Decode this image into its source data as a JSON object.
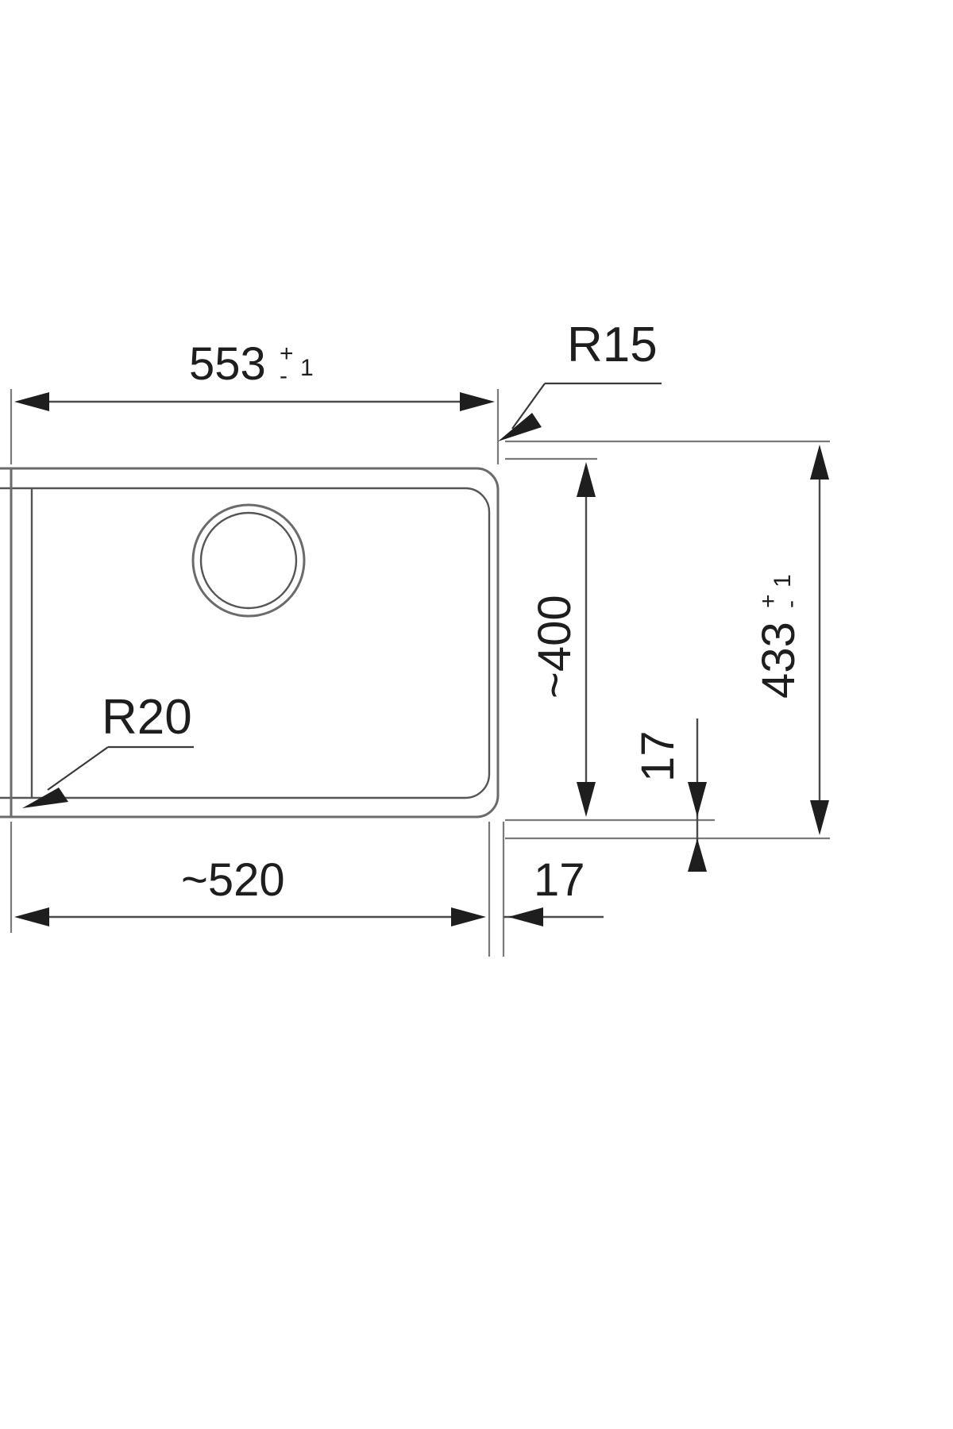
{
  "drawing": {
    "type": "technical-dimension-drawing",
    "subject": "undermount kitchen sink bowl - top view",
    "units": "mm",
    "background_color": "#ffffff",
    "line_color": "#4a4a4a",
    "text_color": "#1e1e1e"
  },
  "dimensions": {
    "overall_width": {
      "value": "553",
      "tolerance_plus": "+",
      "tolerance_minus": "-",
      "tolerance_value": "1",
      "label": "553",
      "position": "top",
      "orientation": "horizontal"
    },
    "overall_height": {
      "value": "433",
      "tolerance_plus": "+",
      "tolerance_minus": "-",
      "tolerance_value": "1",
      "label": "433",
      "position": "right-outer",
      "orientation": "vertical"
    },
    "inner_height": {
      "label": "~400",
      "position": "right-inner",
      "orientation": "vertical"
    },
    "inner_width": {
      "label": "~520",
      "position": "bottom",
      "orientation": "horizontal"
    },
    "flange_vertical": {
      "label": "17",
      "position": "right",
      "orientation": "vertical"
    },
    "flange_horizontal": {
      "label": "17",
      "position": "bottom-right",
      "orientation": "horizontal"
    }
  },
  "radii": {
    "outer_corner": {
      "label": "R15",
      "target": "top-right outer corner"
    },
    "inner_corner": {
      "label": "R20",
      "target": "bottom-left inner corner"
    }
  },
  "features": {
    "drain_hole": {
      "name": "drain-opening",
      "shape": "circle"
    },
    "bowl_outline": {
      "name": "bowl-outline",
      "shape": "rounded-rectangle"
    }
  }
}
